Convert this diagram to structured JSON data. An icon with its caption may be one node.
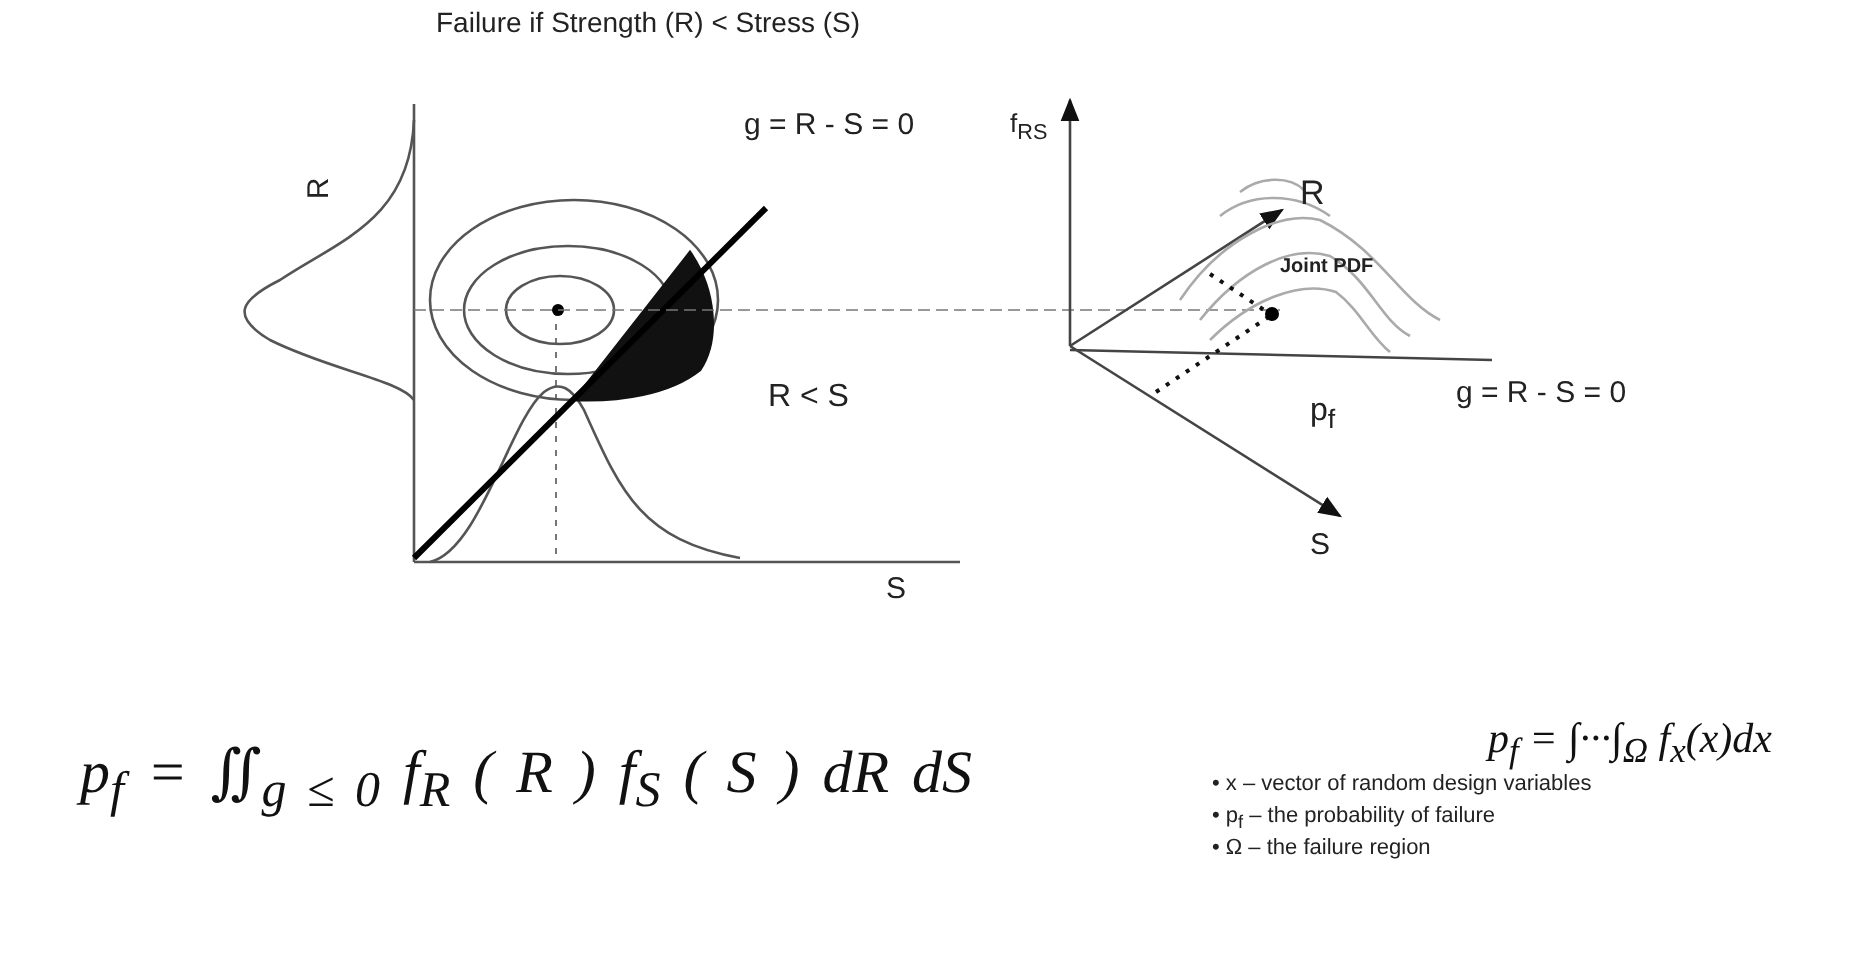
{
  "diagram": {
    "title": "Failure if Strength (R) < Stress (S)",
    "labels": [
      "R",
      "g = R - S = 0",
      "R < S",
      "S",
      "f$_{RS}$",
      "R",
      "Joint PDF",
      "p$_{f}$",
      "g = R - S = 0",
      "S",
      "p$_{f}$ = ∬$_{g ≤ 0}$ f$_{R}$ ( R ) f$_{S}$ ( S ) dR dS",
      "p$_{f}$ = ∫···∫$_{Ω}$ f$_{x}$(x)dx",
      "• x – vector of random design variables",
      "• p$_{f}$ – the probability of failure",
      "• Ω – the failure region"
    ]
  }
}
